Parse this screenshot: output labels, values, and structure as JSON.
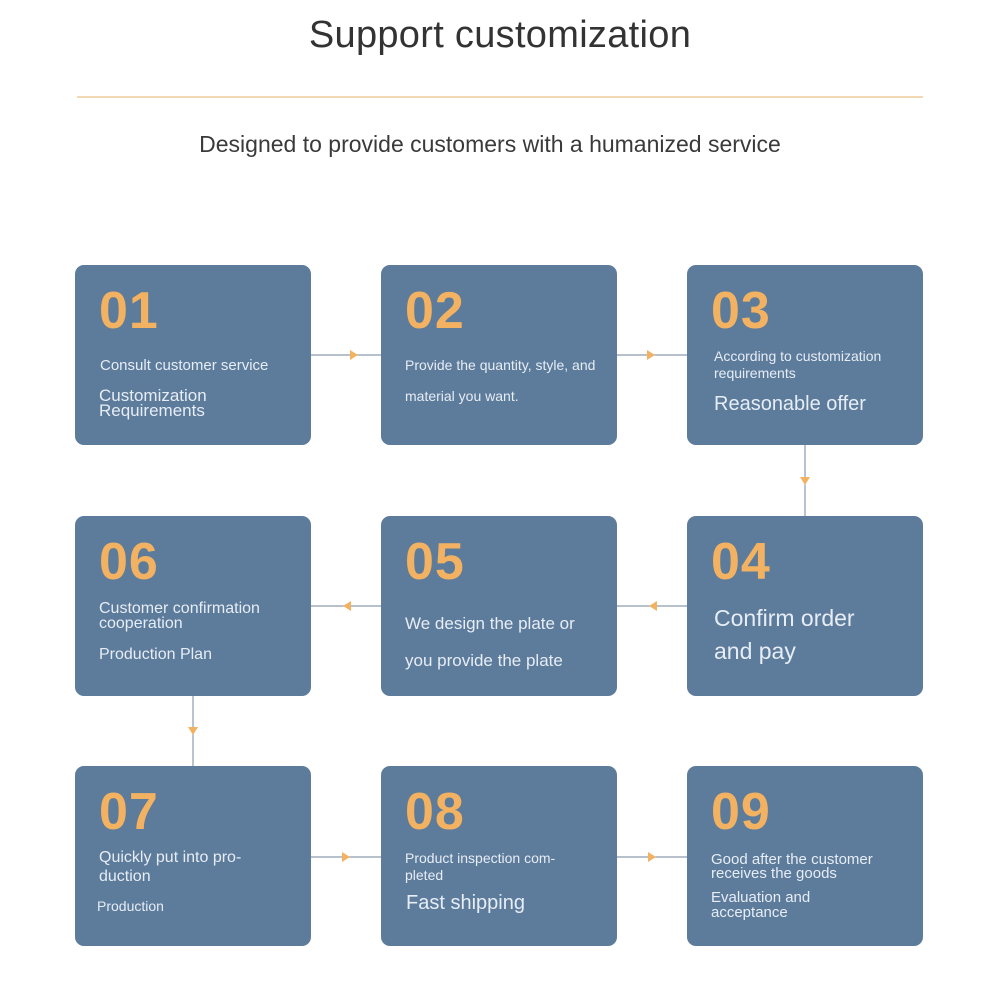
{
  "header": {
    "title": "Support customization",
    "subtitle": "Designed to provide customers with a humanized service"
  },
  "colors": {
    "card_bg": "#5d7b9b",
    "number": "#f2b261",
    "arrow": "#f2b261",
    "divider": "#f3d9b3"
  },
  "steps": [
    {
      "number": "01",
      "line1": "Consult customer service",
      "line2": "Customization Requirements"
    },
    {
      "number": "02",
      "line1": "Provide the quantity, style, and material you want."
    },
    {
      "number": "03",
      "line1": "According to customization requirements",
      "line2": "Reasonable offer"
    },
    {
      "number": "04",
      "line1": "Confirm order and pay"
    },
    {
      "number": "05",
      "line1": "We design the plate or you provide the plate"
    },
    {
      "number": "06",
      "line1": "Customer confirmation cooperation",
      "line2": "Production Plan"
    },
    {
      "number": "07",
      "line1": "Quickly put into pro-duction",
      "line2": "Production"
    },
    {
      "number": "08",
      "line1": "Product inspection com-pleted",
      "line2": "Fast shipping"
    },
    {
      "number": "09",
      "line1": "Good after the customer receives the goods",
      "line2": "Evaluation and acceptance"
    }
  ]
}
